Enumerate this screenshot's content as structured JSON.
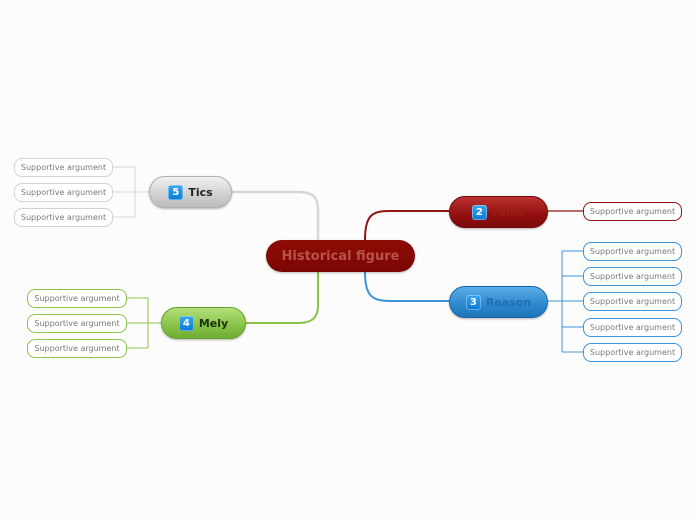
{
  "central": {
    "label": "Historical figure"
  },
  "topics": {
    "fame": {
      "number": "2",
      "label": "Fame"
    },
    "reason": {
      "number": "3",
      "label": "Reason"
    },
    "tics": {
      "number": "5",
      "label": "Tics"
    },
    "mely": {
      "number": "4",
      "label": "Mely"
    }
  },
  "leaves": {
    "fame": [
      "Supportive argument"
    ],
    "reason": [
      "Supportive argument",
      "Supportive argument",
      "Supportive argument",
      "Supportive argument",
      "Supportive argument"
    ],
    "tics": [
      "Supportive argument",
      "Supportive argument",
      "Supportive argument"
    ],
    "mely": [
      "Supportive argument",
      "Supportive argument",
      "Supportive argument"
    ]
  },
  "colors": {
    "fame": "#8f1512",
    "reason": "#3b94d6",
    "tics": "#d2d2d2",
    "mely": "#8bc34a",
    "central": "#8f0b05"
  }
}
